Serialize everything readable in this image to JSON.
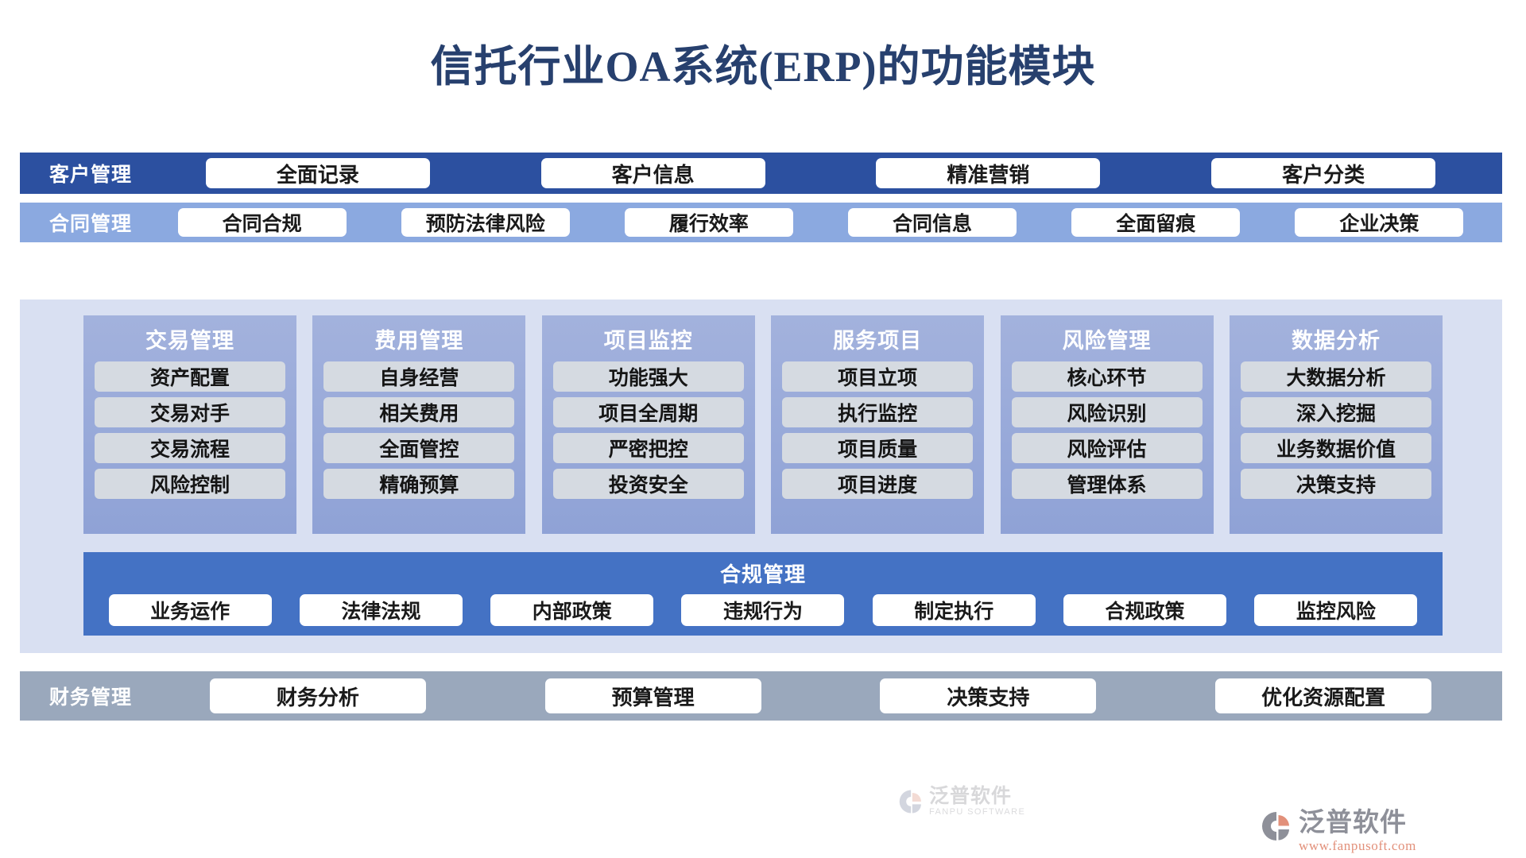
{
  "page": {
    "title": "信托行业OA系统(ERP)的功能模块",
    "title_color": "#27406E",
    "background": "#FFFFFF"
  },
  "rows": {
    "customer": {
      "label": "客户管理",
      "bar_color": "#2C50A0",
      "items": [
        "全面记录",
        "客户信息",
        "精准营销",
        "客户分类"
      ]
    },
    "contract": {
      "label": "合同管理",
      "bar_color": "#8BA9E0",
      "items": [
        "合同合规",
        "预防法律风险",
        "履行效率",
        "合同信息",
        "全面留痕",
        "企业决策"
      ]
    },
    "finance": {
      "label": "财务管理",
      "bar_color": "#9AA8BC",
      "items": [
        "财务分析",
        "预算管理",
        "决策支持",
        "优化资源配置"
      ]
    }
  },
  "middle": {
    "panel_color": "#D9E0F2",
    "column_color": "#8FA2D6",
    "item_color": "#D5DAE1",
    "columns": [
      {
        "title": "交易管理",
        "items": [
          "资产配置",
          "交易对手",
          "交易流程",
          "风险控制"
        ]
      },
      {
        "title": "费用管理",
        "items": [
          "自身经营",
          "相关费用",
          "全面管控",
          "精确预算"
        ]
      },
      {
        "title": "项目监控",
        "items": [
          "功能强大",
          "项目全周期",
          "严密把控",
          "投资安全"
        ]
      },
      {
        "title": "服务项目",
        "items": [
          "项目立项",
          "执行监控",
          "项目质量",
          "项目进度"
        ]
      },
      {
        "title": "风险管理",
        "items": [
          "核心环节",
          "风险识别",
          "风险评估",
          "管理体系"
        ]
      },
      {
        "title": "数据分析",
        "items": [
          "大数据分析",
          "深入挖掘",
          "业务数据价值",
          "决策支持"
        ]
      }
    ],
    "compliance": {
      "title": "合规管理",
      "bar_color": "#4472C4",
      "items": [
        "业务运作",
        "法律法规",
        "内部政策",
        "违规行为",
        "制定执行",
        "合规政策",
        "监控风险"
      ]
    }
  },
  "watermark": {
    "cn": "泛普软件",
    "en": "FANPU SOFTWARE"
  },
  "logo": {
    "cn": "泛普软件",
    "url": "www.fanpusoft.com",
    "accent_color": "#E2907A",
    "text_color": "#8E9099"
  }
}
